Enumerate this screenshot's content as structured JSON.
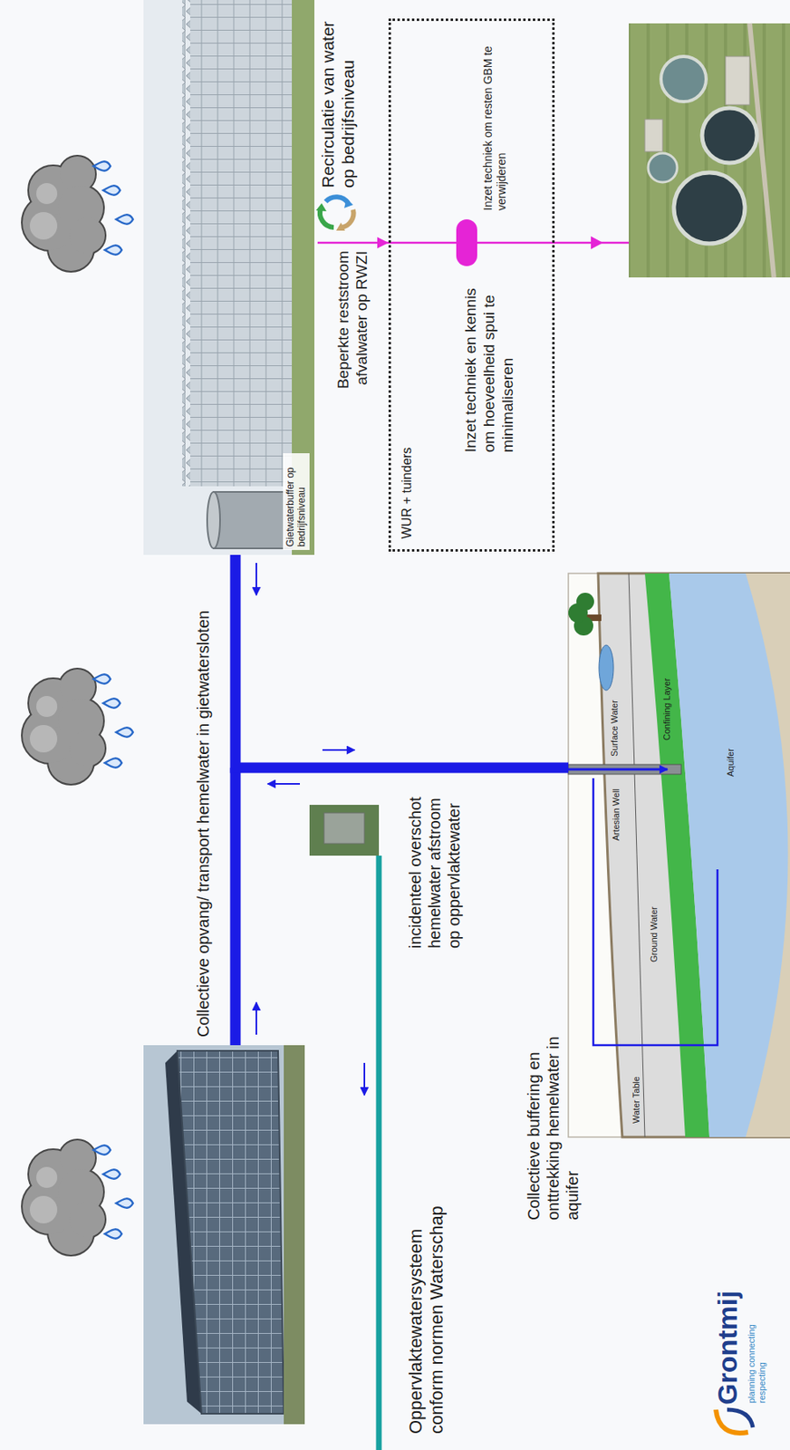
{
  "diagram": {
    "nodes": [
      {
        "text": [
          "Gietwaterbuffer op bedrijfsniveau"
        ]
      },
      {
        "text": [
          "WUR + tuinders",
          "Inzet techniek en kennis om hoeveelheid spui te minimaliseren",
          "Inzet techniek om resten GBM te verwijderen"
        ]
      },
      {
        "text": [
          "Water Table",
          "Ground Water",
          "Artesian Well",
          "Surface Water",
          "Confining Layer",
          "Aquifer"
        ]
      }
    ],
    "edges": [
      {
        "from": 0,
        "to": 1,
        "label": "Beperkte reststroom afvalwater op RWZI",
        "arrow": "to"
      },
      {
        "from": 0,
        "to": 2,
        "arrow": "none"
      }
    ],
    "labels": [
      "Collectieve opvang/ transport hemelwater in gietwatersloten",
      "Recirculatie van water op bedrijfsniveau",
      "incidenteel overschot hemelwater afstroom op oppervlaktewater",
      "Oppervlaktewatersysteem conform normen Waterschap",
      "Collectieve buffering en onttrekking hemelwater in aquifer",
      "Grontmij",
      "planning connecting respecting"
    ]
  }
}
